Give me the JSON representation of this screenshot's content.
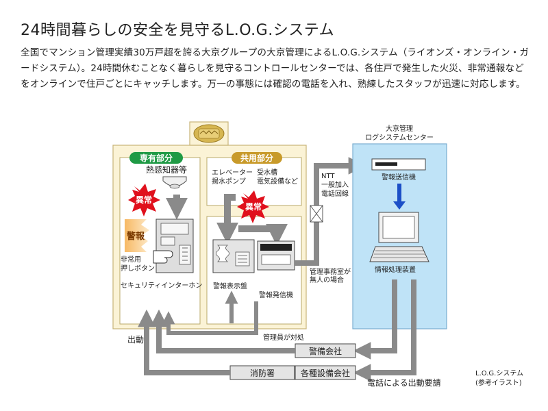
{
  "title": "24時間暮らしの安全を見守るL.O.G.システム",
  "intro": "全国でマンション管理実績30万戸超を誇る大京グループの大京管理によるL.O.G.システム（ライオンズ・オンライン・ガードシステム）。24時間休むことなく暮らしを見守るコントロールセンターでは、各住戸で発生した火災、非常通報などをオンラインで住戸ごとにキャッチします。万一の事態には確認の電話を入れ、熟練したスタッフが迅速に対応します。",
  "diagram": {
    "private": {
      "tab": "専有部分",
      "detector": "熱感知器等",
      "abnormal": "異常",
      "alarm": "警報",
      "button_line1": "非常用",
      "button_line2": "押しボタン",
      "intercom": "セキュリティインターホン"
    },
    "common": {
      "tab": "共用部分",
      "item1_line1": "エレベーター",
      "item1_line2": "揚水ポンプ",
      "item2_line1": "受水槽",
      "item2_line2": "電気設備など",
      "abnormal": "異常",
      "panel": "警報表示盤",
      "transmitter": "警報発信機"
    },
    "ntt": {
      "line1": "NTT",
      "line2": "一般加入",
      "line3": "電話回線"
    },
    "unmanned_line1": "管理事務室が",
    "unmanned_line2": "無人の場合",
    "manager_response": "管理員が対処",
    "dispatch": "出動",
    "center": {
      "title_line1": "大京管理",
      "title_line2": "ログシステムセンター",
      "sender": "警報送信機",
      "processor": "情報処理装置"
    },
    "security_company": "警備会社",
    "fire_station": "消防署",
    "facility_companies": "各種設備会社",
    "phone_request": "電話による出動要請",
    "caption_line1": "L.O.G.システム",
    "caption_line2": "(参考イラスト)"
  },
  "colors": {
    "building_fill": "#fbf3d6",
    "building_stroke": "#c8b478",
    "private_tab": "#1f9a45",
    "common_tab": "#c89a2a",
    "center_fill": "#bfe3f7",
    "abnormal_red": "#e0101c",
    "arrow_gray": "#8a8a8a",
    "sender_arrow": "#1b4fc7",
    "alarm_orange": "#f2a24a"
  },
  "icons": [
    "crest-icon",
    "smoke-detector-icon",
    "burst-icon",
    "alarm-burst-icon",
    "intercom-icon",
    "hand-icon",
    "alarm-panel-icon",
    "transmitter-icon",
    "line-coupler-icon",
    "sender-device-icon",
    "computer-icon",
    "keyboard-icon"
  ]
}
